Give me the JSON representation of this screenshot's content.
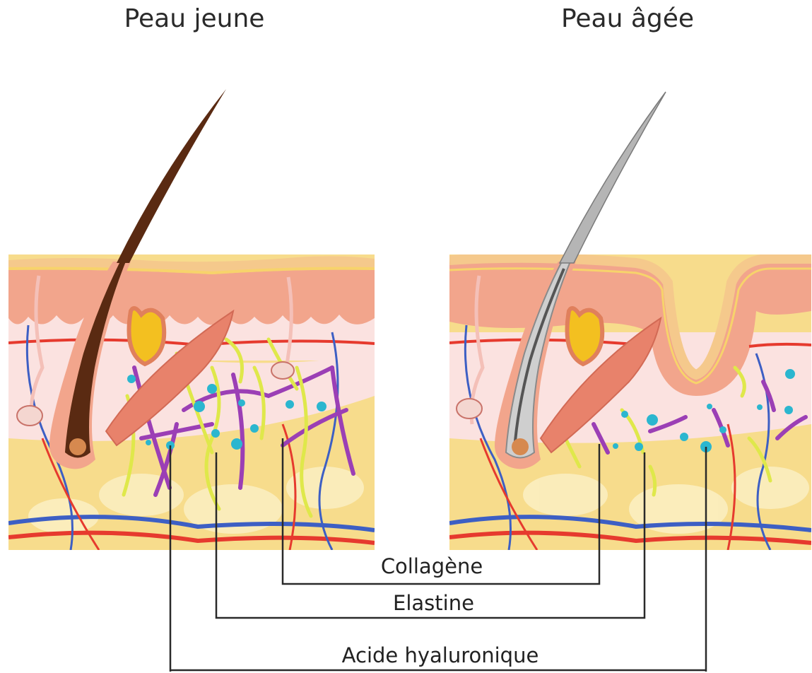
{
  "titles": {
    "young": "Peau jeune",
    "old": "Peau âgée"
  },
  "labels": {
    "collagen": "Collagène",
    "elastin": "Elastine",
    "hyaluronic": "Acide hyaluronique"
  },
  "colors": {
    "epidermis": "#f2a58c",
    "stratum": "#f5c98c",
    "dermis": "#fbe2e0",
    "hypodermis": "#f7dc8c",
    "fat": "#fbeec0",
    "collagen": "#9b3fb5",
    "elastin": "#dfe84a",
    "hyaluronic": "#2bb6cf",
    "artery": "#e63a2e",
    "vein": "#3d5fc4",
    "muscle": "#e8826b",
    "gland": "#f3c020",
    "hair_young": "#5a2a12",
    "hair_old": "#a8a8a8"
  }
}
